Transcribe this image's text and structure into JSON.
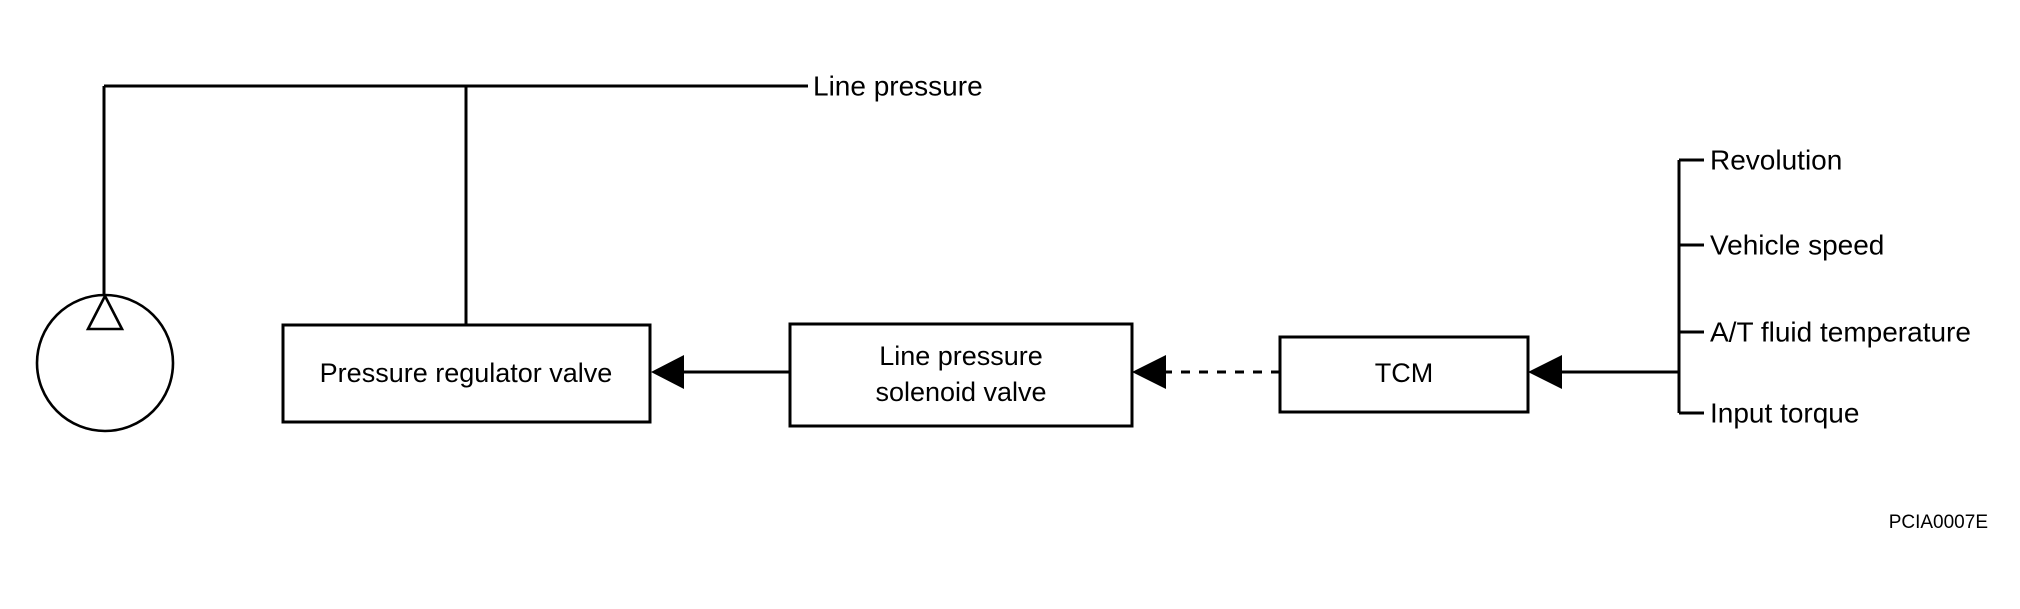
{
  "figure": {
    "code": "PCIA0007E",
    "background_color": "#ffffff",
    "line_color": "#000000"
  },
  "pipe_label": {
    "text": "Line pressure"
  },
  "nodes": [
    {
      "id": "oil-pump",
      "label": "",
      "shape": "circle-with-triangle"
    },
    {
      "id": "pressure-regulator-valve",
      "label": "Pressure regulator valve",
      "shape": "rect"
    },
    {
      "id": "line-pressure-solenoid-valve",
      "label_line1": "Line pressure",
      "label_line2": "solenoid valve",
      "shape": "rect"
    },
    {
      "id": "tcm",
      "label": "TCM",
      "shape": "rect"
    }
  ],
  "inputs": [
    {
      "label": "Revolution"
    },
    {
      "label": "Vehicle speed"
    },
    {
      "label": "A/T fluid temperature"
    },
    {
      "label": "Input torque"
    }
  ],
  "connections": [
    {
      "from": "line-pressure-solenoid-valve",
      "to": "pressure-regulator-valve",
      "style": "solid"
    },
    {
      "from": "tcm",
      "to": "line-pressure-solenoid-valve",
      "style": "dashed"
    },
    {
      "from": "inputs",
      "to": "tcm",
      "style": "solid"
    }
  ]
}
